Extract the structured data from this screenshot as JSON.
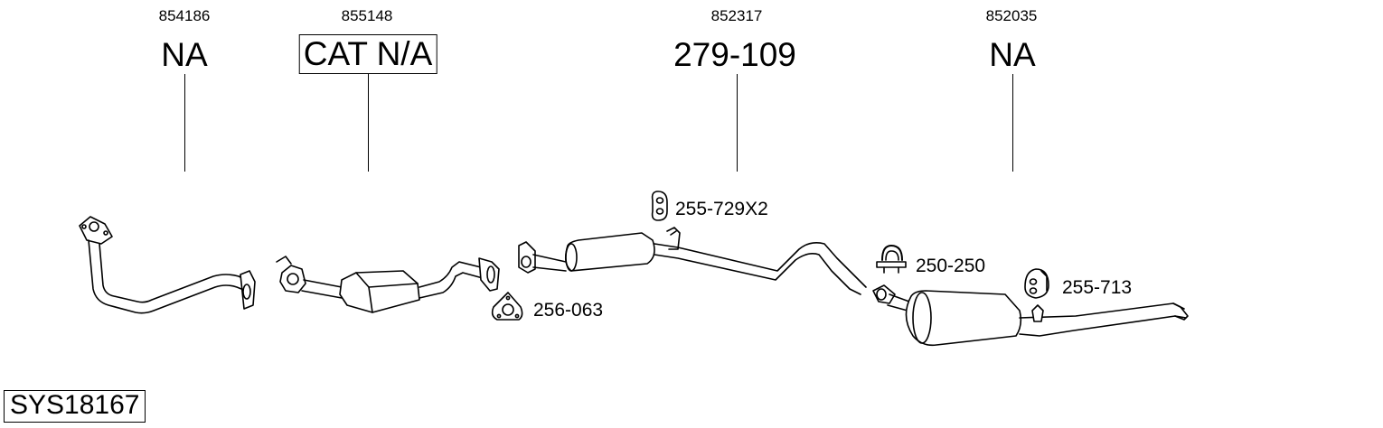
{
  "system_code": "SYS18167",
  "parts": [
    {
      "part_number": "854186",
      "reference": "NA",
      "boxed": false
    },
    {
      "part_number": "855148",
      "reference": "CAT N/A",
      "boxed": true
    },
    {
      "part_number": "852317",
      "reference": "279-109",
      "boxed": false
    },
    {
      "part_number": "852035",
      "reference": "NA",
      "boxed": false
    }
  ],
  "accessories": [
    {
      "code": "255-729X2",
      "item": "rubber-mount-icon"
    },
    {
      "code": "250-250",
      "item": "clamp-icon"
    },
    {
      "code": "255-713",
      "item": "rubber-mount-icon"
    },
    {
      "code": "256-063",
      "item": "gasket-icon"
    }
  ],
  "colors": {
    "line": "#000000",
    "background": "#ffffff",
    "shade": "#cccccc"
  }
}
